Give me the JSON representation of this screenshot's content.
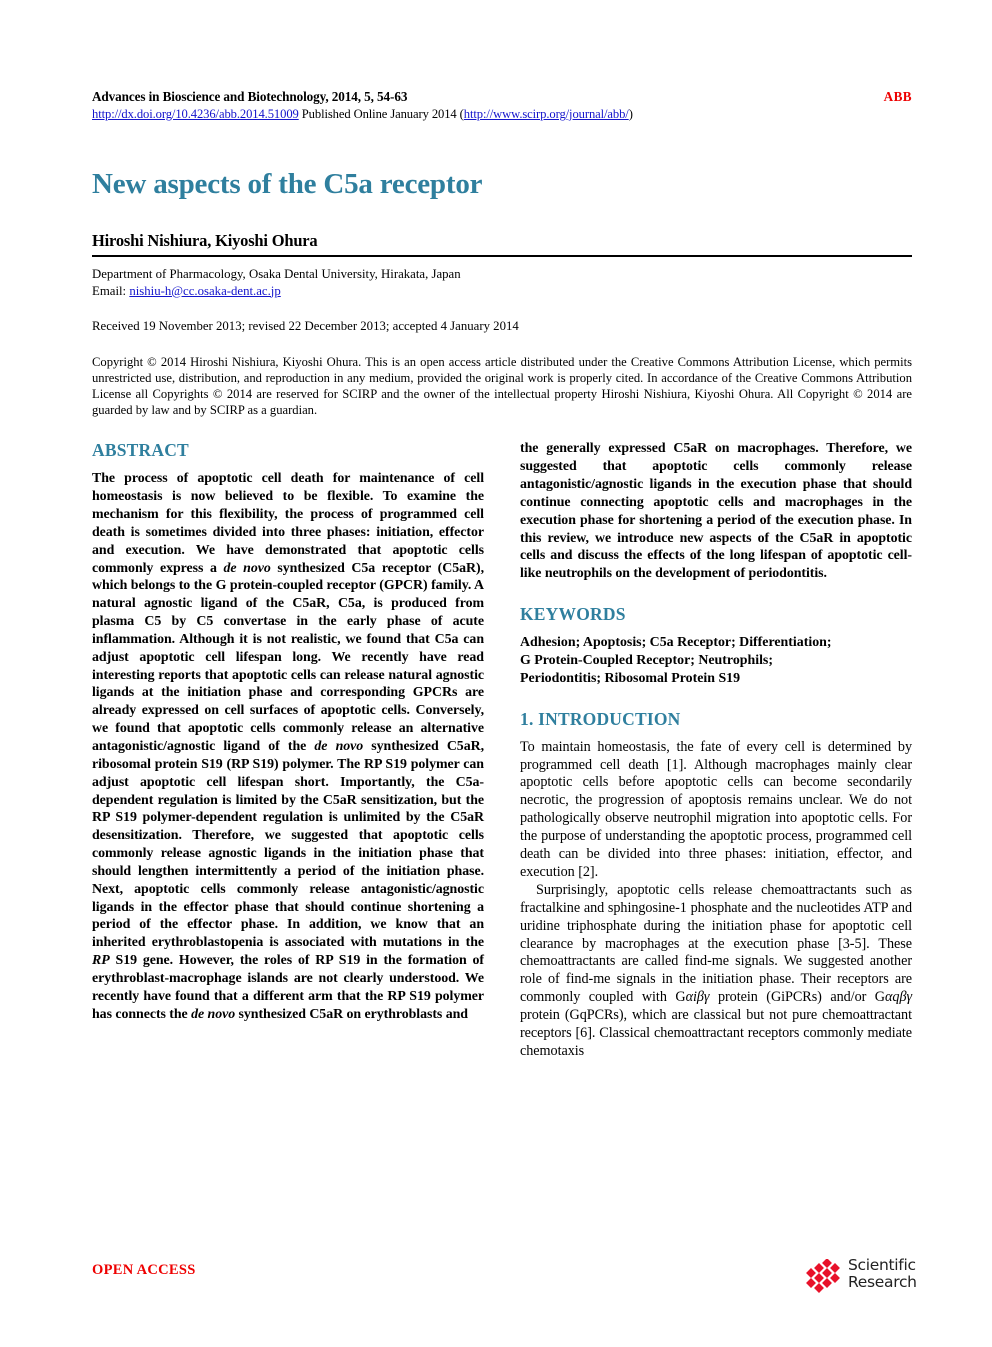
{
  "header": {
    "journal_line": "Advances in Bioscience and Biotechnology, 2014, 5, 54-63",
    "abb_logo": "ABB",
    "doi_url": "http://dx.doi.org/10.4236/abb.2014.51009",
    "published_text": " Published Online January 2014 (",
    "journal_url": "http://www.scirp.org/journal/abb/",
    "published_close": ")"
  },
  "article": {
    "title": "New aspects of the C5a receptor",
    "authors": "Hiroshi Nishiura, Kiyoshi Ohura",
    "affiliation": "Department of Pharmacology, Osaka Dental University, Hirakata, Japan",
    "email_label": "Email: ",
    "email": "nishiu-h@cc.osaka-dent.ac.jp",
    "dates": "Received 19 November 2013; revised 22 December 2013; accepted 4 January 2014",
    "copyright": "Copyright © 2014 Hiroshi Nishiura, Kiyoshi Ohura. This is an open access article distributed under the Creative Commons Attribution License, which permits unrestricted use, distribution, and reproduction in any medium, provided the original work is properly cited. In accordance of the Creative Commons Attribution License all Copyrights © 2014 are reserved for SCIRP and the owner of the intellectual property Hiroshi Nishiura, Kiyoshi Ohura. All Copyright © 2014 are guarded by law and by SCIRP as a guardian."
  },
  "sections": {
    "abstract_heading": "ABSTRACT",
    "abstract_part1_a": "The process of apoptotic cell death for maintenance of cell homeostasis is now believed to be flexible. To examine the mechanism for this flexibility, the process of programmed cell death is sometimes divided into three phases: initiation, effector and execution. We have demonstrated that apoptotic cells commonly express a ",
    "abstract_italic1": "de novo",
    "abstract_part1_b": " synthesized C5a receptor (C5aR), which belongs to the G protein-coupled receptor (GPCR) family. A natural agnostic ligand of the C5aR, C5a, is produced from plasma C5 by C5 convertase in the early phase of acute inflammation. Although it is not realistic, we found that C5a can adjust apoptotic cell lifespan long. We recently have read interesting reports that apoptotic cells can release natural agnostic ligands at the initiation phase and corresponding GPCRs are already expressed on cell surfaces of apoptotic cells. Conversely, we found that apoptotic cells commonly release an alternative antagonistic/agnostic ligand of the ",
    "abstract_italic2": "de novo",
    "abstract_part1_c": " synthesized C5aR, ribosomal protein S19 (RP S19) polymer. The RP S19 polymer can adjust apoptotic cell lifespan short. Importantly, the C5a-dependent regulation is limited by the C5aR sensitization, but the RP S19 polymer-dependent regulation is unlimited by the C5aR desensitization. Therefore, we suggested that apoptotic cells commonly release agnostic ligands in the initiation phase that should lengthen intermittently a period of the initiation phase. Next, apoptotic cells commonly release antagonistic/agnostic ligands in the effector phase that should continue shortening a period of the effector phase. In addition, we know that an inherited erythroblastopenia is associated with mutations in the ",
    "abstract_italic3": "RP",
    "abstract_part1_d": " S19 gene. However, the roles of RP S19 in the formation of erythroblast-macrophage islands are not clearly understood. We recently have found that a different arm that the RP S19 polymer has connects the ",
    "abstract_italic4": "de novo",
    "abstract_part1_e": " synthesized C5aR on erythroblasts and ",
    "abstract_part2": "the generally expressed C5aR on macrophages. Therefore, we suggested that apoptotic cells commonly release antagonistic/agnostic ligands in the execution phase that should continue connecting apoptotic cells and macrophages in the execution phase for shortening a period of the execution phase. In this review, we introduce new aspects of the C5aR in apoptotic cells and discuss the effects of the long lifespan of apoptotic cell-like neutrophils on the development of periodontitis.",
    "keywords_heading": "KEYWORDS",
    "keywords_line1": "Adhesion; Apoptosis; C5a Receptor; Differentiation;",
    "keywords_line2": "G Protein-Coupled Receptor; Neutrophils;",
    "keywords_line3": "Periodontitis; Ribosomal Protein S19",
    "introduction_heading": "1. INTRODUCTION",
    "intro_para1": "To maintain homeostasis, the fate of every cell is determined by programmed cell death [1]. Although macrophages mainly clear apoptotic cells before apoptotic cells can become secondarily necrotic, the progression of apoptosis remains unclear. We do not pathologically observe neutrophil migration into apoptotic cells. For the purpose of understanding the apoptotic process, programmed cell death can be divided into three phases: initiation, effector, and execution [2].",
    "intro_para2_a": "Surprisingly, apoptotic cells release chemoattractants such as fractalkine and sphingosine-1 phosphate and the nucleotides ATP and uridine triphosphate during the initiation phase for apoptotic cell clearance by macrophages at the execution phase [3-5]. These chemoattractants are called find-me signals. We suggested another role of find-me signals in the initiation phase. Their receptors are commonly coupled with G",
    "intro_greek1": "αiβγ",
    "intro_para2_b": " protein (GiPCRs) and/or G",
    "intro_greek2": "αqβγ",
    "intro_para2_c": " protein (GqPCRs), which are classical but not pure chemoattractant receptors [6]. Classical chemoattractant receptors commonly mediate chemotaxis"
  },
  "footer": {
    "open_access": "OPEN ACCESS",
    "logo_line1": "Scientific",
    "logo_line2": "Research"
  },
  "colors": {
    "heading_teal": "#2f7f9e",
    "link_blue": "#1414cc",
    "accent_red": "#ee0000",
    "logo_red": "#e8122a"
  }
}
